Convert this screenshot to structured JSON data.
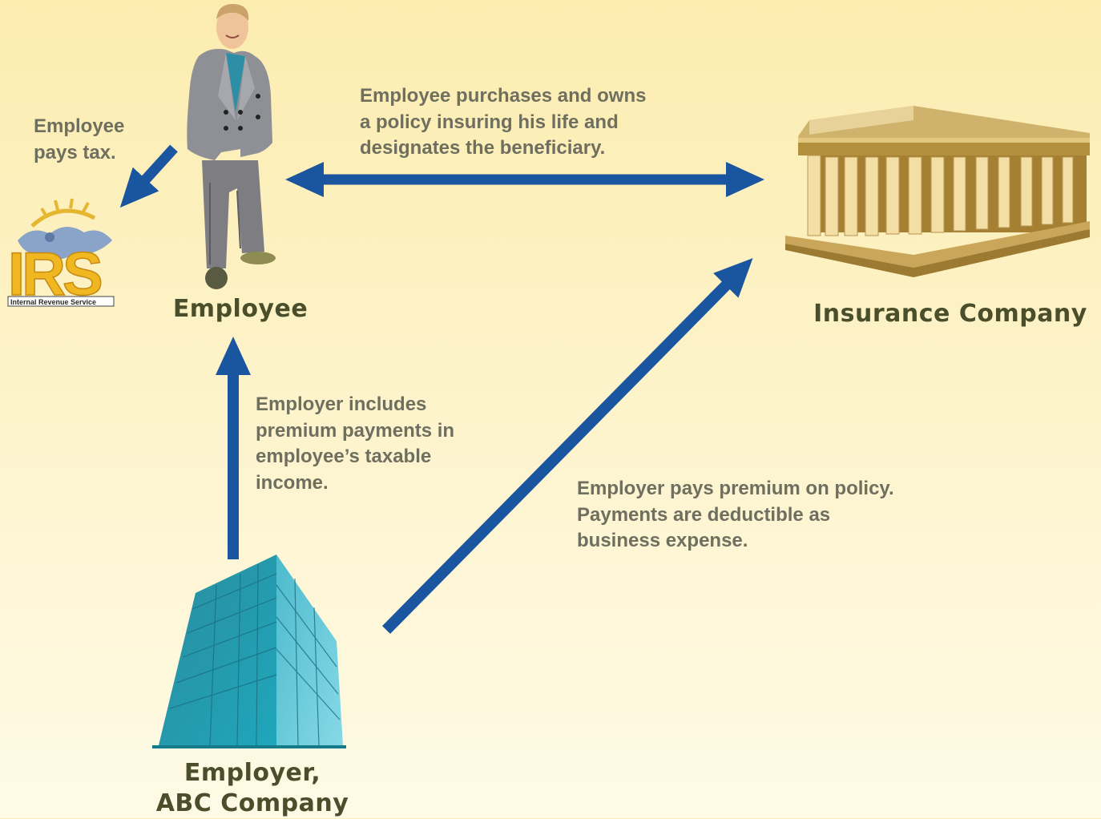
{
  "nodes": {
    "employee": "Employee",
    "insurance": "Insurance Company",
    "employer_line1": "Employer,",
    "employer_line2": "ABC Company",
    "irs_logo_text": "IRS",
    "irs_subtitle": "Internal Revenue Service"
  },
  "notes": {
    "tax": [
      "Employee",
      "pays tax."
    ],
    "purchase": [
      "Employee purchases and owns",
      "a policy insuring his life and",
      "designates the beneficiary."
    ],
    "includes": [
      "Employer includes",
      "premium payments in",
      "employee’s taxable",
      "income."
    ],
    "premium": [
      "Employer pays premium on policy.",
      "Payments are deductible as",
      "business expense."
    ]
  },
  "colors": {
    "arrow": "#1a55a0",
    "note_text": "#6f6f60",
    "title_text": "#4a4e2a"
  },
  "icons": [
    "person-icon",
    "irs-logo-icon",
    "temple-building-icon",
    "office-building-icon"
  ]
}
